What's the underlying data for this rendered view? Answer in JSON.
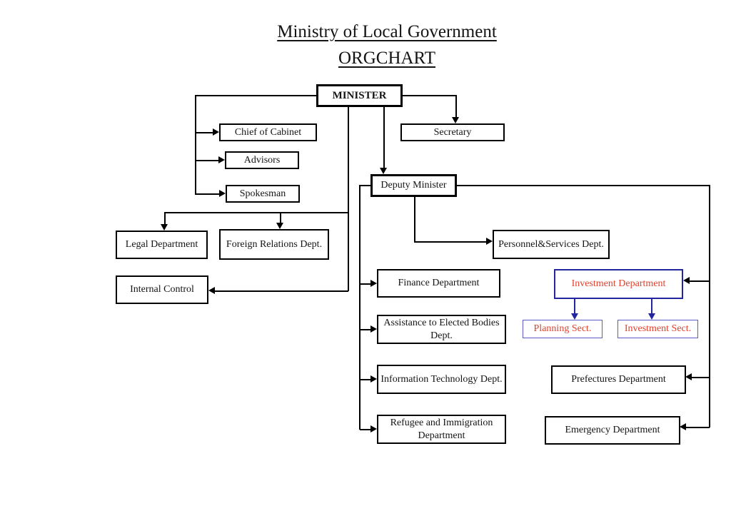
{
  "title": {
    "line1": "Ministry of Local Government",
    "line2": "ORGCHART"
  },
  "nodes": {
    "minister": "MINISTER",
    "chief_of_cabinet": "Chief of Cabinet",
    "advisors": "Advisors",
    "spokesman": "Spokesman",
    "secretary": "Secretary",
    "deputy_minister": "Deputy Minister",
    "legal_department": "Legal Department",
    "foreign_relations_dept": "Foreign Relations Dept.",
    "internal_control": "Internal Control",
    "personnel_services_dept": "Personnel&Services Dept.",
    "finance_department": "Finance Department",
    "assistance_to_elected_bodies_dept": "Assistance to Elected Bodies Dept.",
    "information_technology_dept": "Information Technology Dept.",
    "refugee_and_immigration_department": "Refugee and Immigration Department",
    "investment_department": "Investment Department",
    "planning_sect": "Planning Sect.",
    "investment_sect": "Investment Sect.",
    "prefectures_department": "Prefectures Department",
    "emergency_department": "Emergency Department"
  },
  "edges": [
    [
      "minister",
      "chief_of_cabinet"
    ],
    [
      "minister",
      "advisors"
    ],
    [
      "minister",
      "spokesman"
    ],
    [
      "minister",
      "secretary"
    ],
    [
      "minister",
      "deputy_minister"
    ],
    [
      "minister",
      "legal_department"
    ],
    [
      "minister",
      "foreign_relations_dept"
    ],
    [
      "minister",
      "internal_control"
    ],
    [
      "deputy_minister",
      "personnel_services_dept"
    ],
    [
      "deputy_minister",
      "finance_department"
    ],
    [
      "deputy_minister",
      "assistance_to_elected_bodies_dept"
    ],
    [
      "deputy_minister",
      "information_technology_dept"
    ],
    [
      "deputy_minister",
      "refugee_and_immigration_department"
    ],
    [
      "deputy_minister",
      "investment_department"
    ],
    [
      "deputy_minister",
      "prefectures_department"
    ],
    [
      "deputy_minister",
      "emergency_department"
    ],
    [
      "investment_department",
      "planning_sect"
    ],
    [
      "investment_department",
      "investment_sect"
    ]
  ],
  "colors": {
    "connector_black": "#000000",
    "investment_border_blue": "#2426A0",
    "section_border_blue": "#5A5AC8",
    "accent_red_text": "#DE432F"
  }
}
